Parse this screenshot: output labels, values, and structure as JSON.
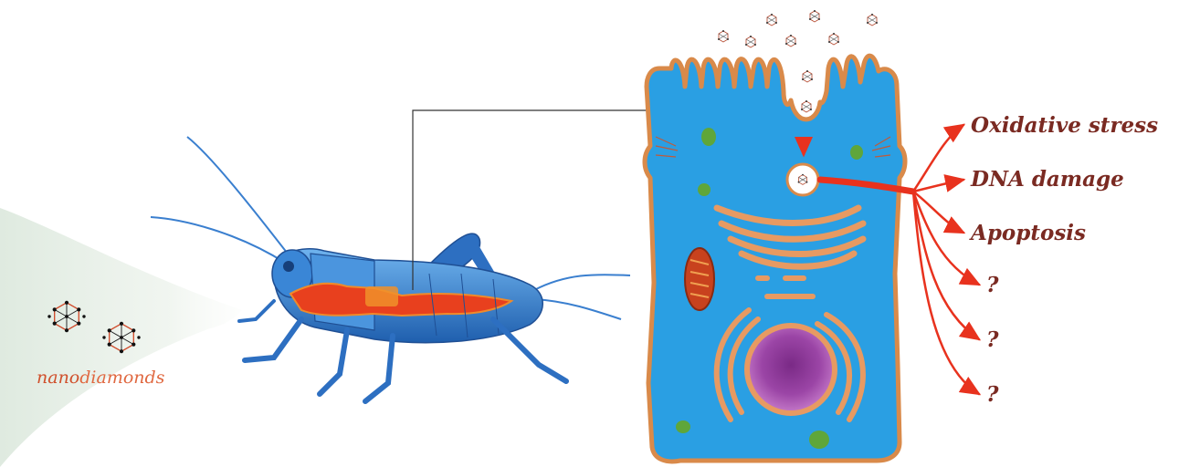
{
  "labels": {
    "nano_prefix": "nano",
    "nano_suffix": "diamonds"
  },
  "outcomes": [
    "Oxidative stress",
    "DNA damage",
    "Apoptosis",
    "?",
    "?",
    "?"
  ],
  "colors": {
    "cell_fill": "#2a9fe3",
    "cell_membrane": "#d98a4a",
    "arrow_red": "#e8321e",
    "outcome_text": "#7a2a22",
    "nano_prefix_color": "#d0502c",
    "nano_suffix_color": "#e06840",
    "cricket_body": "#3a86d6",
    "gut": "#e8401e",
    "nucleus": "#8e3a9a",
    "organelle_green": "#5fa63a",
    "mitochondrion": "#c8421e"
  }
}
